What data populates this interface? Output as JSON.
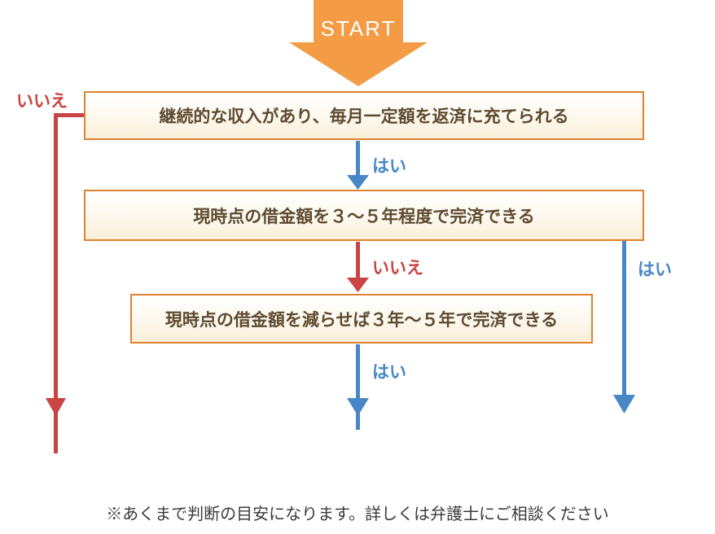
{
  "start": {
    "label": "START"
  },
  "boxes": [
    {
      "text": "継続的な収入があり、毎月一定額を返済に充てられる"
    },
    {
      "text": "現時点の借金額を３～５年程度で完済できる"
    },
    {
      "text": "現時点の借金額を減らせば３年～５年で完済できる"
    }
  ],
  "edges": [
    {
      "id": "no-left",
      "label": "いいえ",
      "color": "#C94444"
    },
    {
      "id": "yes-1",
      "label": "はい",
      "color": "#4787C6"
    },
    {
      "id": "no-2",
      "label": "いいえ",
      "color": "#C94444"
    },
    {
      "id": "yes-right",
      "label": "はい",
      "color": "#4787C6"
    },
    {
      "id": "yes-3",
      "label": "はい",
      "color": "#4787C6"
    }
  ],
  "note": "※あくまで判断の目安になります。詳しくは弁護士にご相談ください",
  "colors": {
    "arrow_orange": "#F49C45",
    "box_border": "#E0812F",
    "box_bg_bottom": "#FAEFD9",
    "red": "#C94444",
    "blue": "#4787C6",
    "box_text": "#5D4A30",
    "note_text": "#3A3A3A",
    "start_text": "#FFFFFF"
  }
}
